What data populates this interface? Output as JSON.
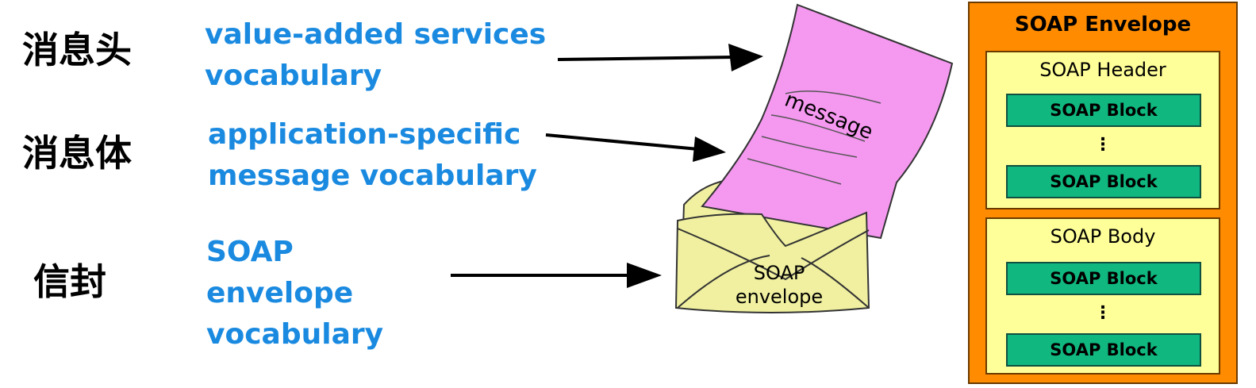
{
  "labels_zh": {
    "header": "消息头",
    "body": "消息体",
    "envelope": "信封"
  },
  "descriptions": {
    "header_line1": "value-added services",
    "header_line2": "vocabulary",
    "body_line1": "application-specific",
    "body_line2": "message vocabulary",
    "env_line1": "SOAP",
    "env_line2": "envelope",
    "env_line3": "vocabulary"
  },
  "illustration": {
    "message_text": "message",
    "envelope_text_line1": "SOAP",
    "envelope_text_line2": "envelope"
  },
  "soap_structure": {
    "title": "SOAP Envelope",
    "header_title": "SOAP Header",
    "body_title": "SOAP Body",
    "header_blocks": [
      "SOAP Block",
      "SOAP Block"
    ],
    "body_blocks": [
      "SOAP Block",
      "SOAP Block"
    ],
    "ellipsis": "⋮"
  },
  "colors": {
    "description_text": "#1a8ae0",
    "message_paper": "#f598f0",
    "envelope": "#f0f0a0",
    "soap_envelope_bg": "#ff8c00",
    "soap_section_bg": "#ffff99",
    "soap_block_bg": "#10b880"
  }
}
